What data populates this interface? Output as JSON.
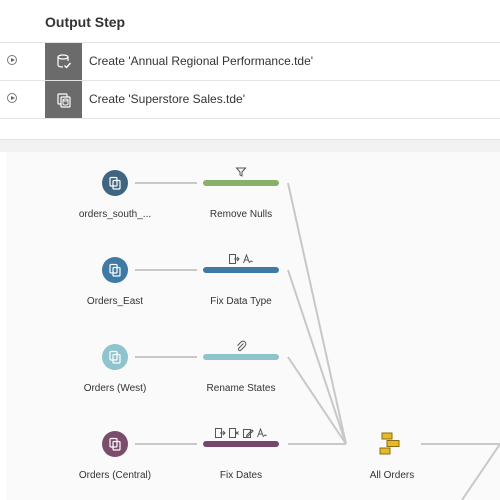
{
  "output_panel": {
    "title": "Output Step",
    "rows": [
      {
        "label": "Create 'Annual Regional Performance.tde'",
        "icon": "database-check-icon"
      },
      {
        "label": "Create 'Superstore Sales.tde'",
        "icon": "database-copy-icon"
      }
    ]
  },
  "flow": {
    "inputs": [
      {
        "label": "orders_south_...",
        "color": "#3f6580",
        "icon": "file-copy-icon"
      },
      {
        "label": "Orders_East",
        "color": "#3e7aa3",
        "icon": "file-copy-icon"
      },
      {
        "label": "Orders (West)",
        "color": "#8fc4cf",
        "icon": "file-copy-icon"
      },
      {
        "label": "Orders (Central)",
        "color": "#7b4d6d",
        "icon": "file-copy-icon"
      }
    ],
    "steps": [
      {
        "label": "Remove Nulls",
        "color": "#87b06a",
        "icons": [
          "filter-icon"
        ]
      },
      {
        "label": "Fix Data Type",
        "color": "#3e7aa3",
        "icons": [
          "field-icon",
          "rename-icon"
        ]
      },
      {
        "label": "Rename States",
        "color": "#8fc4cf",
        "icons": [
          "paperclip-icon"
        ]
      },
      {
        "label": "Fix Dates",
        "color": "#76476b",
        "icons": [
          "field-icon",
          "remove-icon",
          "edit-icon",
          "rename-icon"
        ]
      }
    ],
    "union": {
      "label": "All Orders",
      "color": "#e8b827",
      "icon": "union-icon"
    }
  }
}
